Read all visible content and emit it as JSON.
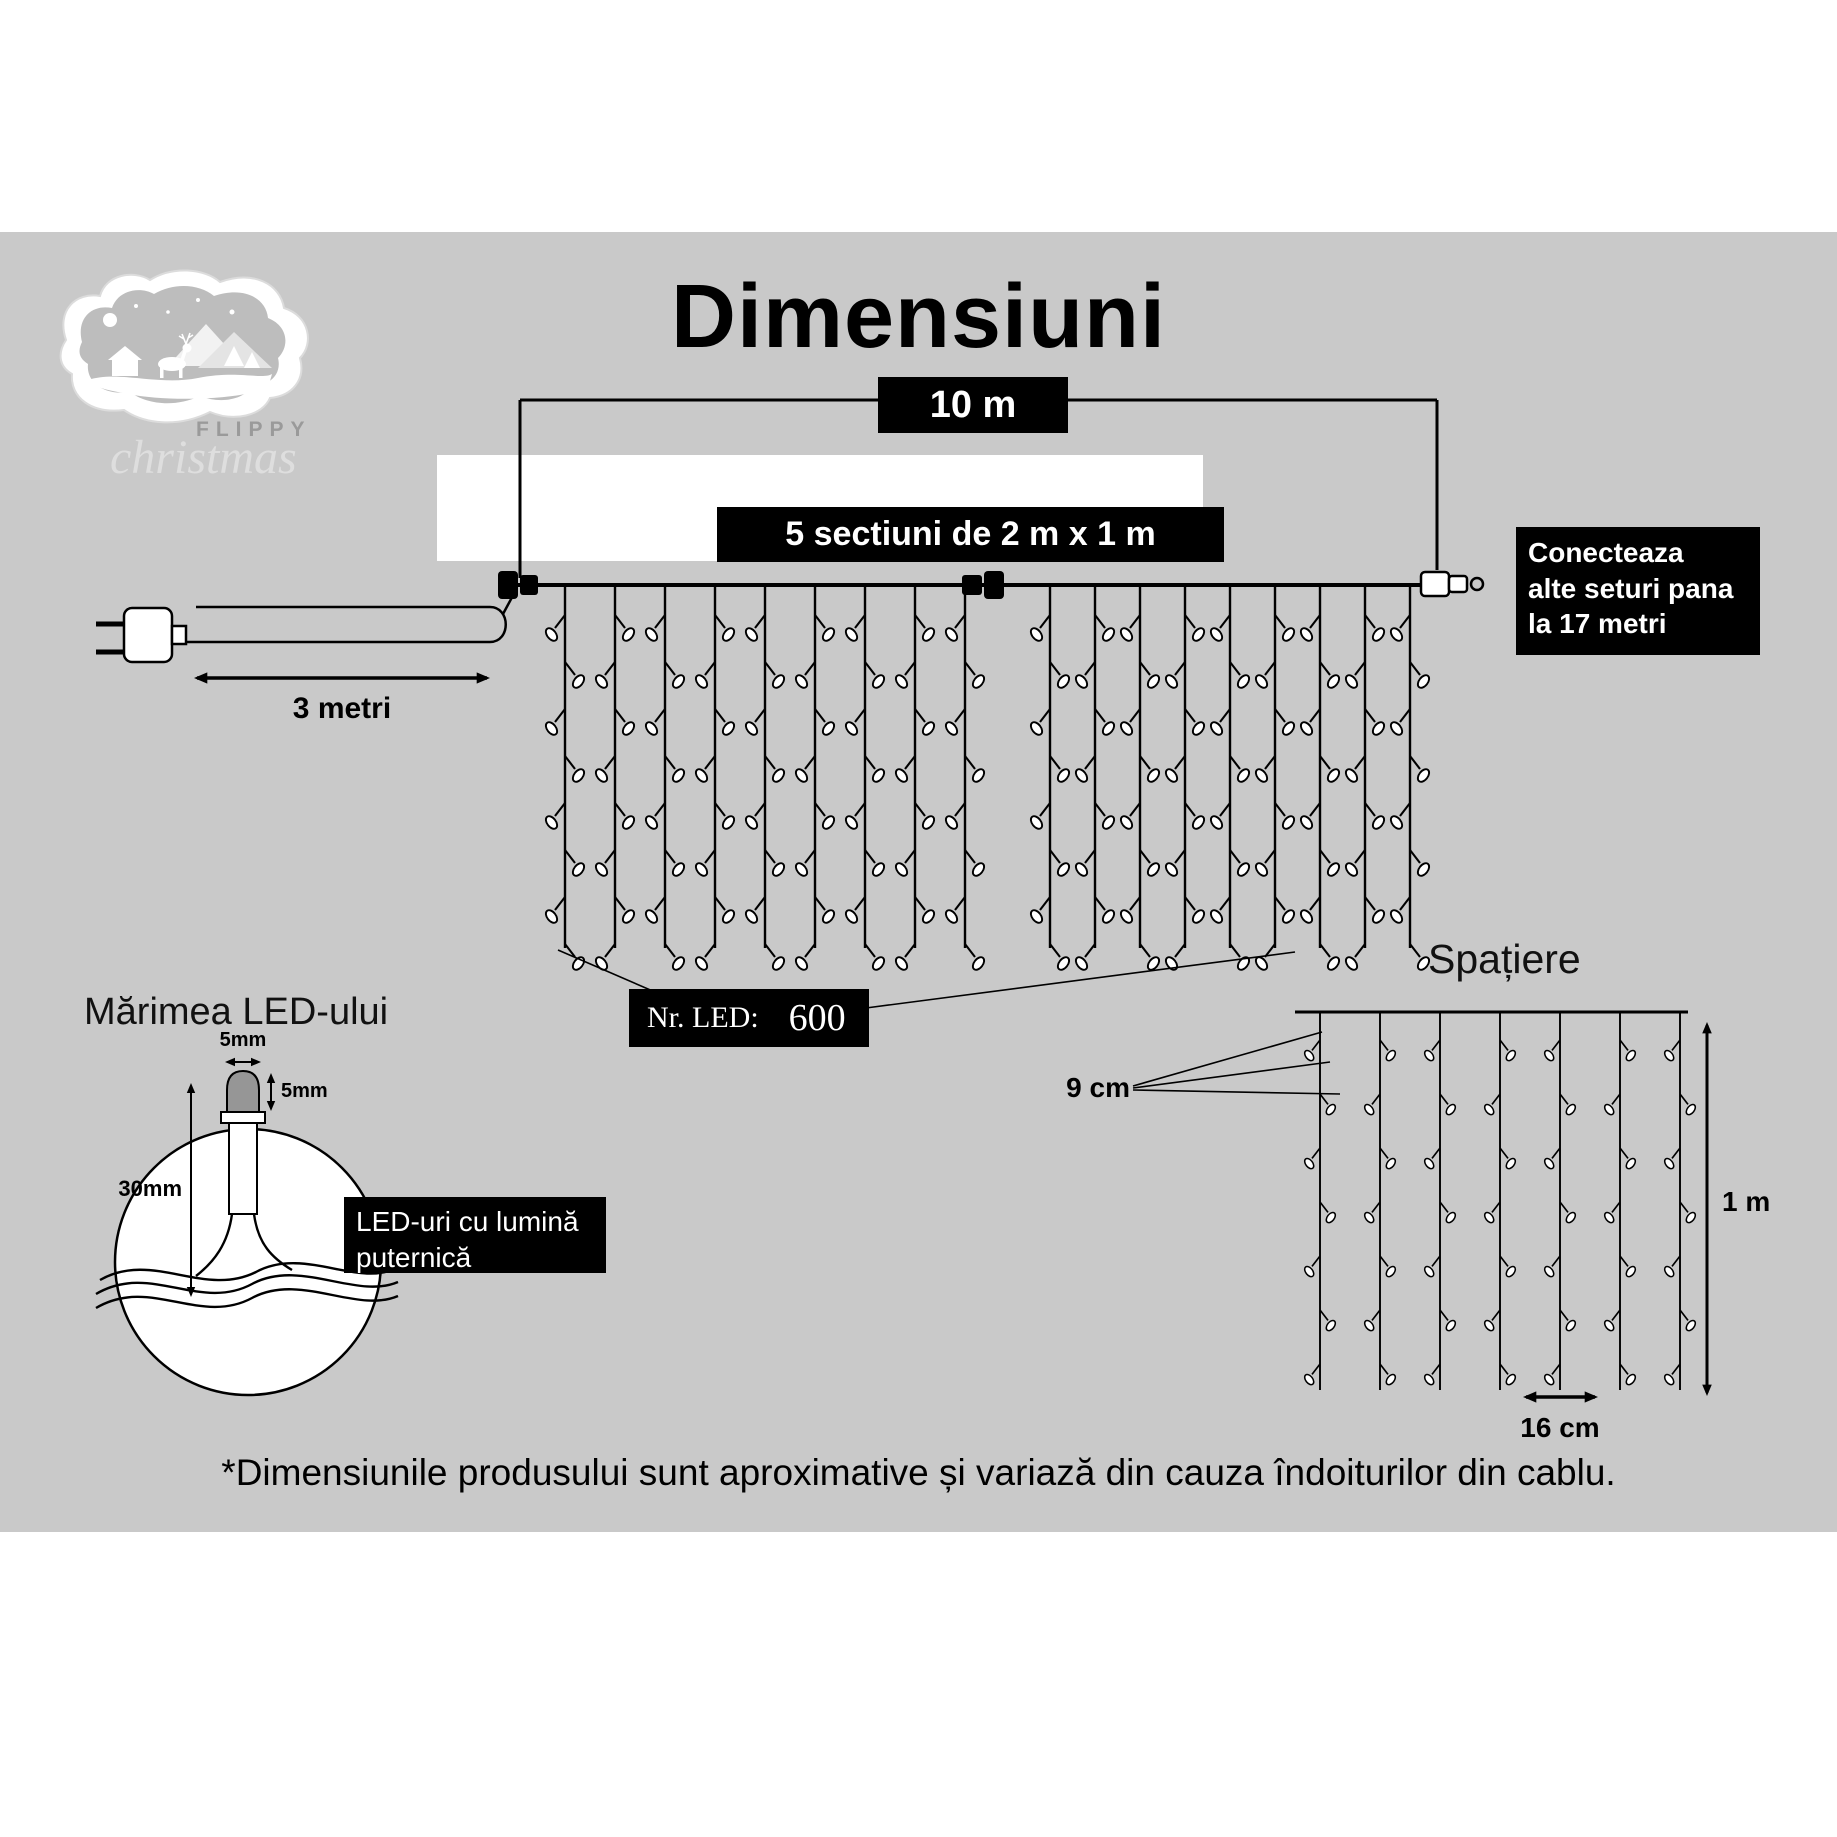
{
  "title": "Dimensiuni",
  "logo": {
    "name": "FLIPPY",
    "script": "christmas"
  },
  "top_diagram": {
    "total_width": "10 m",
    "sections": "5 sectiuni de 2 m x 1 m",
    "lead_length": "3 metri",
    "connect_note": "Conecteaza\nalte seturi pana\nla 17 metri",
    "led_count_label": "Nr. LED:",
    "led_count_value": "600"
  },
  "spacing_diagram": {
    "title": "Spațiere",
    "horizontal_spacing": "9 cm",
    "drop_height": "1 m",
    "led_gap": "16 cm"
  },
  "led_size_diagram": {
    "title": "Mărimea LED-ului",
    "bulb_width": "5mm",
    "bulb_height": "5mm",
    "body_height": "30mm",
    "note": "LED-uri cu lumină\nputernică"
  },
  "footnote": "*Dimensiunile produsului sunt aproximative și variază din cauza îndoiturilor din cablu.",
  "colors": {
    "band": "#c9c9c9",
    "box": "#000000",
    "box_text": "#ffffff"
  }
}
